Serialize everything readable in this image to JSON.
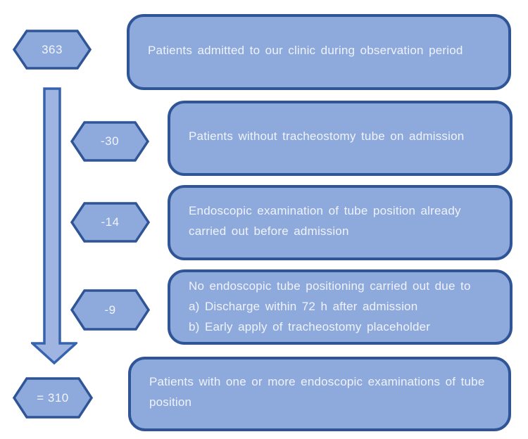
{
  "diagram": {
    "kind": "patient-flow-chart",
    "colors": {
      "shape_fill": "#8EA9DB",
      "shape_border": "#2F5597",
      "arrow_fill": "#9FB4E0",
      "arrow_border": "#3563AE",
      "text": "#F2F5FA",
      "background": "#FFFFFF"
    },
    "steps": [
      {
        "badge": "363",
        "text": "Patients admitted to our clinic during observation period"
      },
      {
        "badge": "-30",
        "text": "Patients without tracheostomy tube on admission"
      },
      {
        "badge": "-14",
        "text": "Endoscopic examination of tube position already carried out before admission"
      },
      {
        "badge": "-9",
        "lines": [
          "No endoscopic tube positioning carried out due to",
          "a) Discharge within 72 h after admission",
          "b) Early apply of tracheostomy placeholder"
        ]
      },
      {
        "badge": "= 310",
        "text": "Patients with one or more endoscopic examinations of tube position"
      }
    ]
  }
}
